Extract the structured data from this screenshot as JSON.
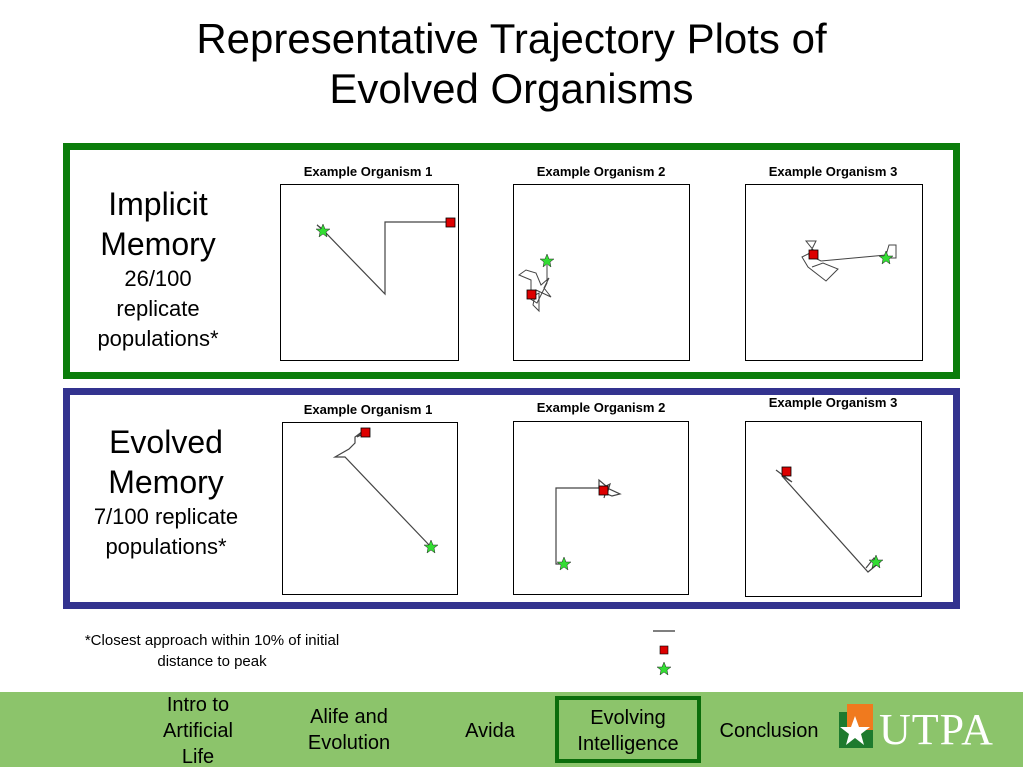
{
  "slide": {
    "title_line1": "Representative Trajectory Plots of",
    "title_line2": "Evolved Organisms"
  },
  "implicit": {
    "heading_line1": "Implicit",
    "heading_line2": "Memory",
    "detail_line1": "26/100",
    "detail_line2": "replicate",
    "detail_line3": "populations*",
    "border_color": "#0b7d0b",
    "plots": [
      {
        "title": "Example Organism 1"
      },
      {
        "title": "Example Organism 2"
      },
      {
        "title": "Example Organism 3"
      }
    ]
  },
  "evolved": {
    "heading_line1": "Evolved",
    "heading_line2": "Memory",
    "detail_line1": "7/100 replicate",
    "detail_line2": "populations*",
    "border_color": "#33338f",
    "plots": [
      {
        "title": "Example Organism 1"
      },
      {
        "title": "Example Organism 2"
      },
      {
        "title": "Example Organism 3"
      }
    ]
  },
  "footnote": {
    "line1": "*Closest approach within 10% of initial",
    "line2": "distance to peak"
  },
  "legend": {
    "path_icon": "line-icon",
    "peak_icon": "red-square-icon",
    "start_icon": "green-star-icon",
    "peak_color": "#dd0000",
    "start_color": "#33dd33"
  },
  "nav": {
    "items": [
      {
        "line1": "Intro to",
        "line2": "Artificial",
        "line3": "Life"
      },
      {
        "line1": "Alife and",
        "line2": "Evolution"
      },
      {
        "line1": "Avida"
      },
      {
        "line1": "Evolving",
        "line2": "Intelligence"
      },
      {
        "line1": "Conclusion"
      }
    ],
    "active_index": 3,
    "bar_color": "#8cc46b"
  },
  "logo": {
    "text": "UTPA",
    "icon": "utpa-star-logo-icon"
  }
}
